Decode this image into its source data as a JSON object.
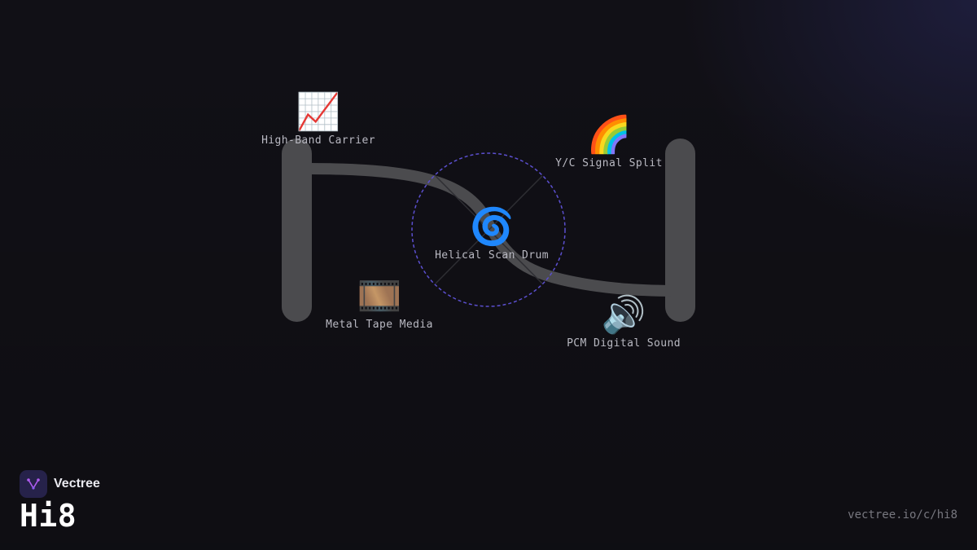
{
  "diagram": {
    "nodes": [
      {
        "id": "high-band",
        "icon": "📈",
        "icon_name": "chart-increasing-icon",
        "label": "High-Band Carrier"
      },
      {
        "id": "yc-split",
        "icon": "🌈",
        "icon_name": "rainbow-icon",
        "label": "Y/C Signal Split"
      },
      {
        "id": "drum",
        "icon": "🌀",
        "icon_name": "cyclone-icon",
        "label": "Helical Scan Drum"
      },
      {
        "id": "metal-tape",
        "icon": "🎞️",
        "icon_name": "film-frames-icon",
        "label": "Metal Tape Media"
      },
      {
        "id": "pcm",
        "icon": "🔊",
        "icon_name": "speaker-high-volume-icon",
        "label": "PCM Digital Sound"
      }
    ],
    "colors": {
      "background": "#111016",
      "tape": "#4b4b4e",
      "drum_ring": "#5b4fcf",
      "label": "#b9b9c2"
    }
  },
  "brand": {
    "name": "Vectree",
    "logo_icon": "vectree-logo-icon"
  },
  "title": "Hi8",
  "url": "vectree.io/c/hi8"
}
